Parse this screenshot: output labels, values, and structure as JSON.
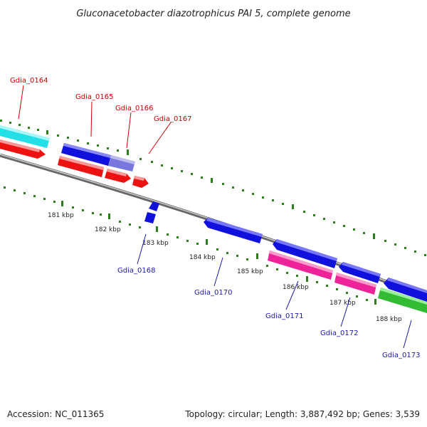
{
  "title": "Gluconacetobacter diazotrophicus PAI 5, complete genome",
  "accession": "Accession: NC_011365",
  "topology": "Topology: circular; Length: 3,887,492 bp; Genes: 3,539",
  "colors": {
    "backbone": "#888888",
    "tick": "#2f7d1f",
    "forward_label": "#cc0000",
    "reverse_label": "#1a1aaa",
    "cyan": "#22e0e6",
    "red": "#ee1111",
    "blue": "#1111dd",
    "blue_light": "#7777dd",
    "magenta": "#ee2299",
    "green": "#33bb33"
  },
  "gene_labels_forward": [
    "Gdia_0164",
    "Gdia_0165",
    "Gdia_0166",
    "Gdia_0167"
  ],
  "gene_labels_reverse": [
    "Gdia_0168",
    "Gdia_0170",
    "Gdia_0171",
    "Gdia_0172",
    "Gdia_0173"
  ],
  "kbp_labels": [
    "181 kbp",
    "182 kbp",
    "183 kbp",
    "184 kbp",
    "185 kbp",
    "186 kbp",
    "187 kbp",
    "188 kbp"
  ]
}
